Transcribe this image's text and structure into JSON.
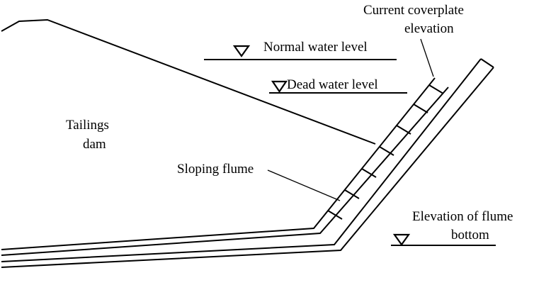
{
  "labels": {
    "current_coverplate_line1": "Current coverplate",
    "current_coverplate_line2": "elevation",
    "normal_water_level": "Normal water level",
    "dead_water_level": "Dead water level",
    "tailings_line1": "Tailings",
    "tailings_line2": "dam",
    "sloping_flume": "Sloping flume",
    "flume_bottom_line1": "Elevation of flume",
    "flume_bottom_line2": "bottom"
  },
  "symbols": {
    "water_level_marker": "inverted-triangle-icon"
  },
  "colors": {
    "stroke": "#000000",
    "background": "#ffffff"
  }
}
